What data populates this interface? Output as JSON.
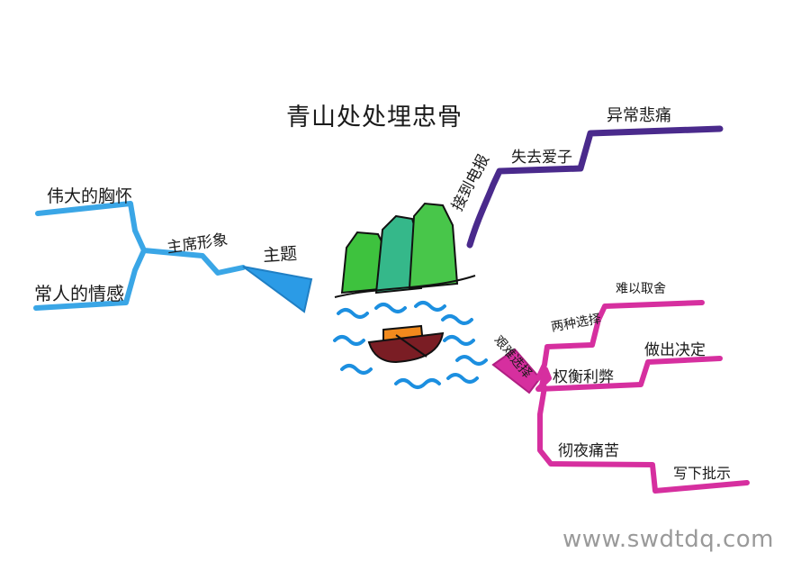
{
  "title": "青山处处埋忠骨",
  "central": {
    "image": "mountains-and-boat-illustration"
  },
  "left_branch": {
    "label": "主题",
    "color": "#3aa6e6",
    "sub": {
      "label": "主席形象",
      "leaves": [
        "伟大的胸怀",
        "常人的情感"
      ]
    }
  },
  "top_branch": {
    "label": "接到电报",
    "color": "#4a2a8c",
    "sub": {
      "label": "失去爱子",
      "leaf": "异常悲痛"
    }
  },
  "bottom_branch": {
    "label": "艰难选择",
    "color": "#d62f9f",
    "subs": [
      {
        "label": "两种选择",
        "leaf": "难以取舍"
      },
      {
        "label": "权衡利弊",
        "leaf": "做出决定"
      },
      {
        "label": "彻夜痛苦",
        "leaf": "写下批示"
      }
    ]
  },
  "watermark": "www.swdtdq.com"
}
